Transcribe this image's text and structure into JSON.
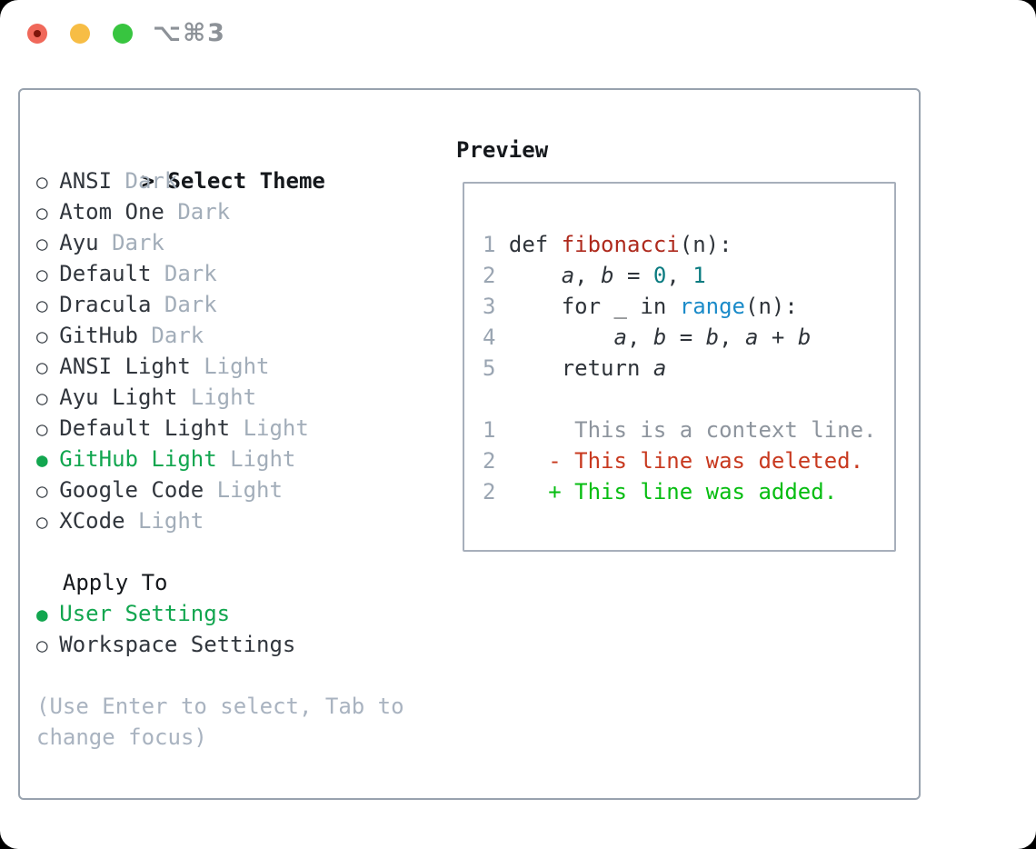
{
  "window": {
    "title": "⌥⌘3"
  },
  "theme_panel": {
    "title_prefix": ">",
    "title": "Select Theme",
    "items": [
      {
        "name": "ANSI",
        "tag": "Dark",
        "selected": false
      },
      {
        "name": "Atom One",
        "tag": "Dark",
        "selected": false
      },
      {
        "name": "Ayu",
        "tag": "Dark",
        "selected": false
      },
      {
        "name": "Default",
        "tag": "Dark",
        "selected": false
      },
      {
        "name": "Dracula",
        "tag": "Dark",
        "selected": false
      },
      {
        "name": "GitHub",
        "tag": "Dark",
        "selected": false
      },
      {
        "name": "ANSI Light",
        "tag": "Light",
        "selected": false
      },
      {
        "name": "Ayu Light",
        "tag": "Light",
        "selected": false
      },
      {
        "name": "Default Light",
        "tag": "Light",
        "selected": false
      },
      {
        "name": "GitHub Light",
        "tag": "Light",
        "selected": true
      },
      {
        "name": "Google Code",
        "tag": "Light",
        "selected": false
      },
      {
        "name": "XCode",
        "tag": "Light",
        "selected": false
      }
    ],
    "apply_to": {
      "title": "Apply To",
      "options": [
        {
          "label": "User Settings",
          "selected": true
        },
        {
          "label": "Workspace Settings",
          "selected": false
        }
      ]
    },
    "hint_lines": [
      "(Use Enter to select, Tab to",
      "change focus)"
    ]
  },
  "preview": {
    "title": "Preview",
    "lines": [
      {
        "kind": "code",
        "num": "1",
        "segments": [
          {
            "t": "def ",
            "c": "fg"
          },
          {
            "t": "fibonacci",
            "c": "func"
          },
          {
            "t": "(n):",
            "c": "fg"
          }
        ]
      },
      {
        "kind": "code",
        "num": "2",
        "segments": [
          {
            "t": "    ",
            "c": "fg"
          },
          {
            "t": "a",
            "c": "var"
          },
          {
            "t": ", ",
            "c": "fg"
          },
          {
            "t": "b",
            "c": "var"
          },
          {
            "t": " = ",
            "c": "fg"
          },
          {
            "t": "0",
            "c": "num"
          },
          {
            "t": ", ",
            "c": "fg"
          },
          {
            "t": "1",
            "c": "num"
          }
        ]
      },
      {
        "kind": "code",
        "num": "3",
        "segments": [
          {
            "t": "    for _ in ",
            "c": "fg"
          },
          {
            "t": "range",
            "c": "builtin"
          },
          {
            "t": "(n):",
            "c": "fg"
          }
        ]
      },
      {
        "kind": "code",
        "num": "4",
        "segments": [
          {
            "t": "        ",
            "c": "fg"
          },
          {
            "t": "a",
            "c": "var"
          },
          {
            "t": ", ",
            "c": "fg"
          },
          {
            "t": "b",
            "c": "var"
          },
          {
            "t": " = ",
            "c": "fg"
          },
          {
            "t": "b",
            "c": "var"
          },
          {
            "t": ", ",
            "c": "fg"
          },
          {
            "t": "a",
            "c": "var"
          },
          {
            "t": " + ",
            "c": "fg"
          },
          {
            "t": "b",
            "c": "var"
          }
        ]
      },
      {
        "kind": "code",
        "num": "5",
        "segments": [
          {
            "t": "    return ",
            "c": "fg"
          },
          {
            "t": "a",
            "c": "var"
          }
        ]
      },
      {
        "kind": "blank",
        "num": "",
        "segments": []
      },
      {
        "kind": "context",
        "num": "1",
        "segments": [
          {
            "t": "     This is a context line.",
            "c": "context"
          }
        ]
      },
      {
        "kind": "removed",
        "num": "2",
        "segments": [
          {
            "t": "   - This line was deleted.",
            "c": "removed"
          }
        ]
      },
      {
        "kind": "added",
        "num": "2",
        "segments": [
          {
            "t": "   + This line was added.",
            "c": "added"
          }
        ]
      }
    ]
  },
  "colors": {
    "selection_green": "#12a64f",
    "diff_added_green": "#06bd11",
    "diff_removed_red": "#c8391f",
    "context_gray": "#8d949d",
    "function_red": "#ae2a1d",
    "number_teal": "#0a7b80",
    "builtin_blue": "#1b8bc9",
    "code_fg": "#2f343a",
    "gutter_gray": "#9aa5b2",
    "tag_gray": "#a2adb9",
    "hint_gray": "#a9b3c0"
  },
  "markers": {
    "unselected": "○",
    "selected": "●"
  }
}
